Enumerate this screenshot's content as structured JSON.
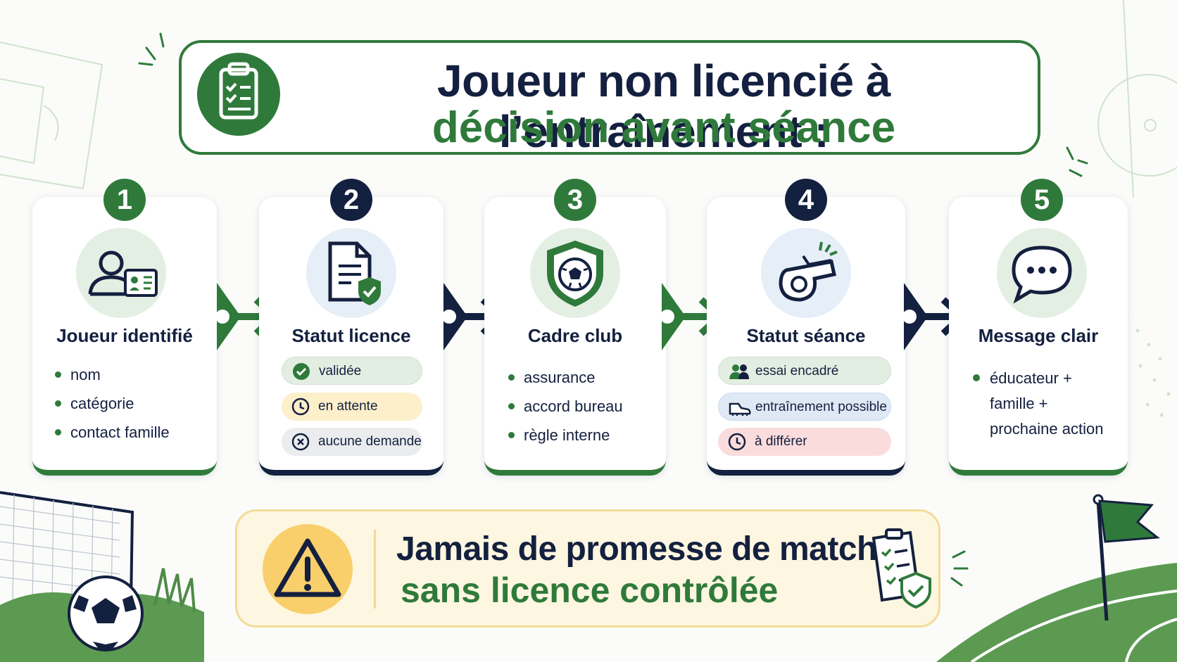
{
  "title": {
    "line1": "Joueur non licencié à l’entraînement :",
    "line2": "décision avant séance"
  },
  "steps": [
    {
      "number": "1",
      "title": "Joueur identifié",
      "icon": "player-id-card-icon",
      "items": [
        "nom",
        "catégorie",
        "contact famille"
      ]
    },
    {
      "number": "2",
      "title": "Statut licence",
      "icon": "document-check-icon",
      "statuses": [
        {
          "label": "validée",
          "icon": "check-circle-icon"
        },
        {
          "label": "en attente",
          "icon": "clock-icon"
        },
        {
          "label": "aucune demande",
          "icon": "x-circle-icon"
        }
      ]
    },
    {
      "number": "3",
      "title": "Cadre club",
      "icon": "shield-ball-icon",
      "items": [
        "assurance",
        "accord bureau",
        "règle interne"
      ]
    },
    {
      "number": "4",
      "title": "Statut séance",
      "icon": "whistle-icon",
      "statuses": [
        {
          "label": "essai encadré",
          "icon": "group-icon"
        },
        {
          "label": "entraînement possible",
          "icon": "boot-icon"
        },
        {
          "label": "à différer",
          "icon": "clock-icon"
        }
      ]
    },
    {
      "number": "5",
      "title": "Message clair",
      "icon": "chat-bubble-icon",
      "lines": [
        "éducateur +",
        "famille +",
        "prochaine action"
      ]
    }
  ],
  "warning": {
    "line1": "Jamais de promesse de match",
    "line2": "sans licence contrôlée",
    "icon": "warning-triangle-icon"
  },
  "colors": {
    "green": "#2f7a3b",
    "navy": "#14203f",
    "warning_yellow": "#f8cf6a"
  }
}
